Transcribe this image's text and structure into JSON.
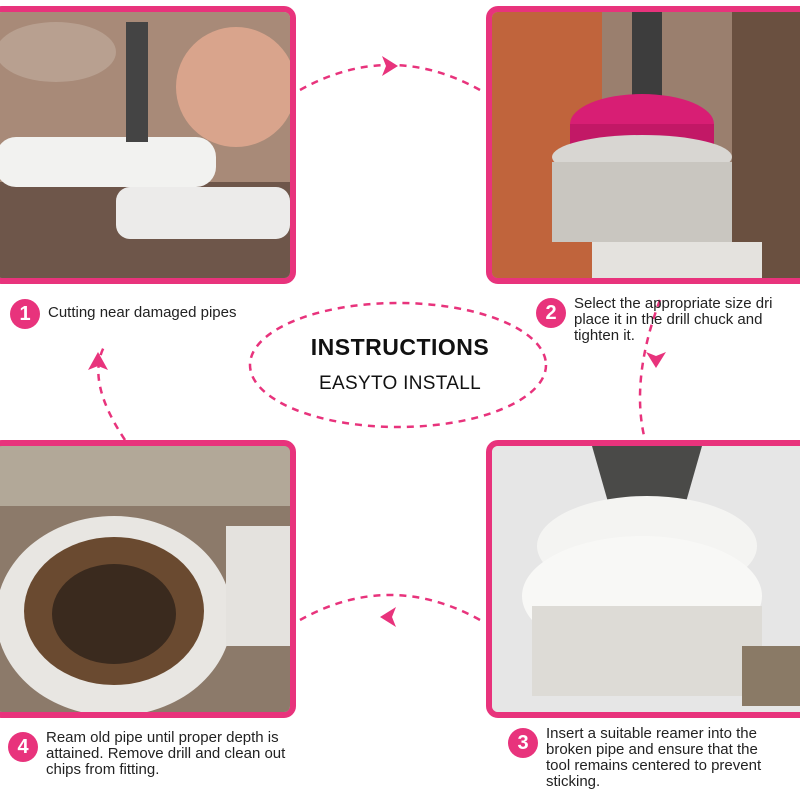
{
  "header": {
    "title": "INSTRUCTIONS",
    "subtitle": "EASYTO INSTALL"
  },
  "steps": [
    {
      "number": "1",
      "lines": [
        "Cutting near damaged pipes"
      ]
    },
    {
      "number": "2",
      "lines": [
        "Select the appropriate size dri",
        "place it in the drill chuck and",
        "tighten it."
      ]
    },
    {
      "number": "3",
      "lines": [
        "Insert a suitable reamer into the",
        "broken pipe and ensure that the",
        "tool remains centered to prevent",
        "sticking."
      ]
    },
    {
      "number": "4",
      "lines": [
        "Ream old pipe until proper depth is",
        "attained. Remove drill and clean out",
        "chips from fitting."
      ]
    }
  ],
  "colors": {
    "accent": "#e8337c",
    "text": "#222222"
  },
  "icons": [
    "arrow-right-icon",
    "arrow-down-icon",
    "arrow-left-icon",
    "arrow-up-icon"
  ]
}
